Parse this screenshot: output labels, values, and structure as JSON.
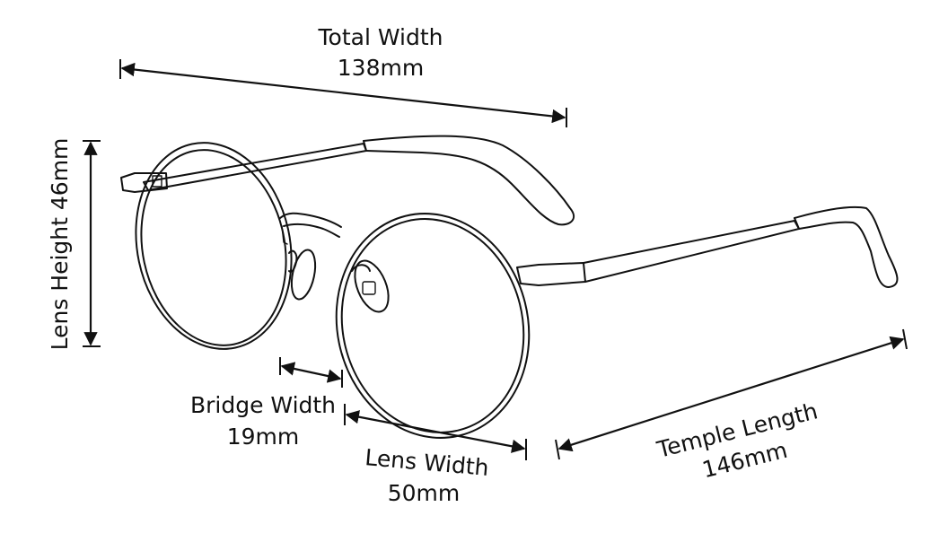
{
  "diagram": {
    "subject": "Eyeglasses frame dimensions",
    "colors": {
      "line": "#111111",
      "background": "#ffffff"
    },
    "measurements": {
      "total_width": {
        "label": "Total Width",
        "value": "138mm"
      },
      "lens_height": {
        "label": "Lens Height 46mm"
      },
      "bridge_width": {
        "label": "Bridge Width",
        "value": "19mm"
      },
      "lens_width": {
        "label": "Lens Width",
        "value": "50mm"
      },
      "temple_length": {
        "label": "Temple Length",
        "value": "146mm"
      }
    }
  }
}
